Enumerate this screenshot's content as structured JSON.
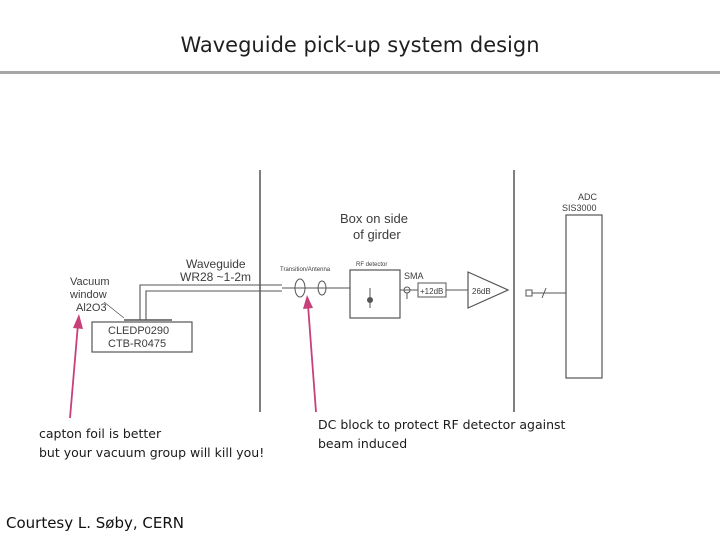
{
  "title": "Waveguide pick-up system design",
  "diagram": {
    "labels": {
      "adc_line1": "ADC",
      "adc_line2": "SIS3000",
      "box_line1": "Box on side",
      "box_line2": "of girder",
      "waveguide_line1": "Waveguide",
      "waveguide_line2": "WR28 ~1-2m",
      "vacuum_line1": "Vacuum",
      "vacuum_line2": "window",
      "vacuum_line3": "Al2O3",
      "flange_line1": "CLEDP0290",
      "flange_line2": "CTB-R0475",
      "transition": "Transition/Antenna",
      "rf_detector": "RF detector",
      "sma": "SMA",
      "gain1": "+12dB",
      "gain2": "26dB"
    }
  },
  "annotations": {
    "left_line1": "capton foil is better",
    "left_line2": "but your vacuum group will kill you!",
    "right_line1": "DC block to protect RF detector against",
    "right_line2": "beam induced"
  },
  "credit": "Courtesy L. Søby, CERN",
  "colors": {
    "arrow": "#c8407a",
    "line": "#555555"
  }
}
